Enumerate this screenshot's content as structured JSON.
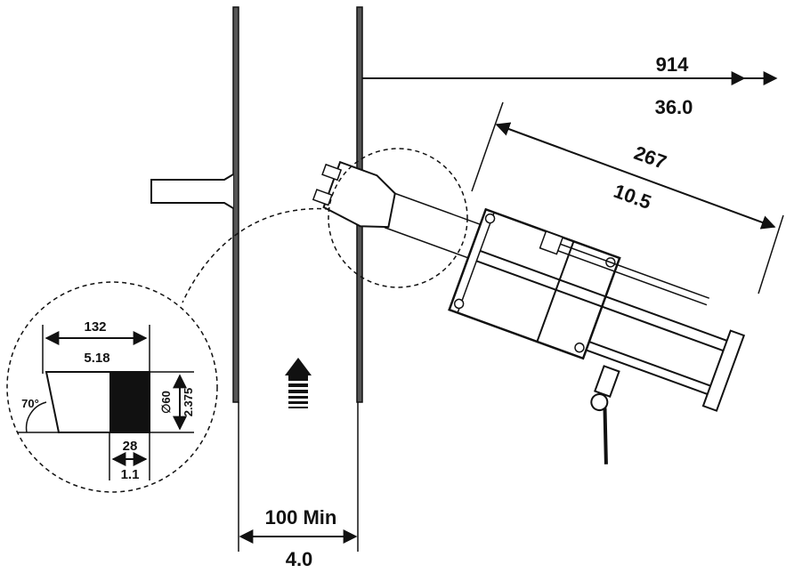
{
  "dimensions": {
    "depth_mm": "914",
    "depth_in": "36.0",
    "length_mm": "267",
    "length_in": "10.5",
    "gap_mm": "100 Min",
    "gap_in": "4.0"
  },
  "detail": {
    "tip_length_mm": "132",
    "tip_length_in": "5.18",
    "tip_angle": "70°",
    "tip_dia_mm": "∅60",
    "tip_dia_in": "2.375",
    "band_width_mm": "28",
    "band_width_in": "1.1"
  }
}
